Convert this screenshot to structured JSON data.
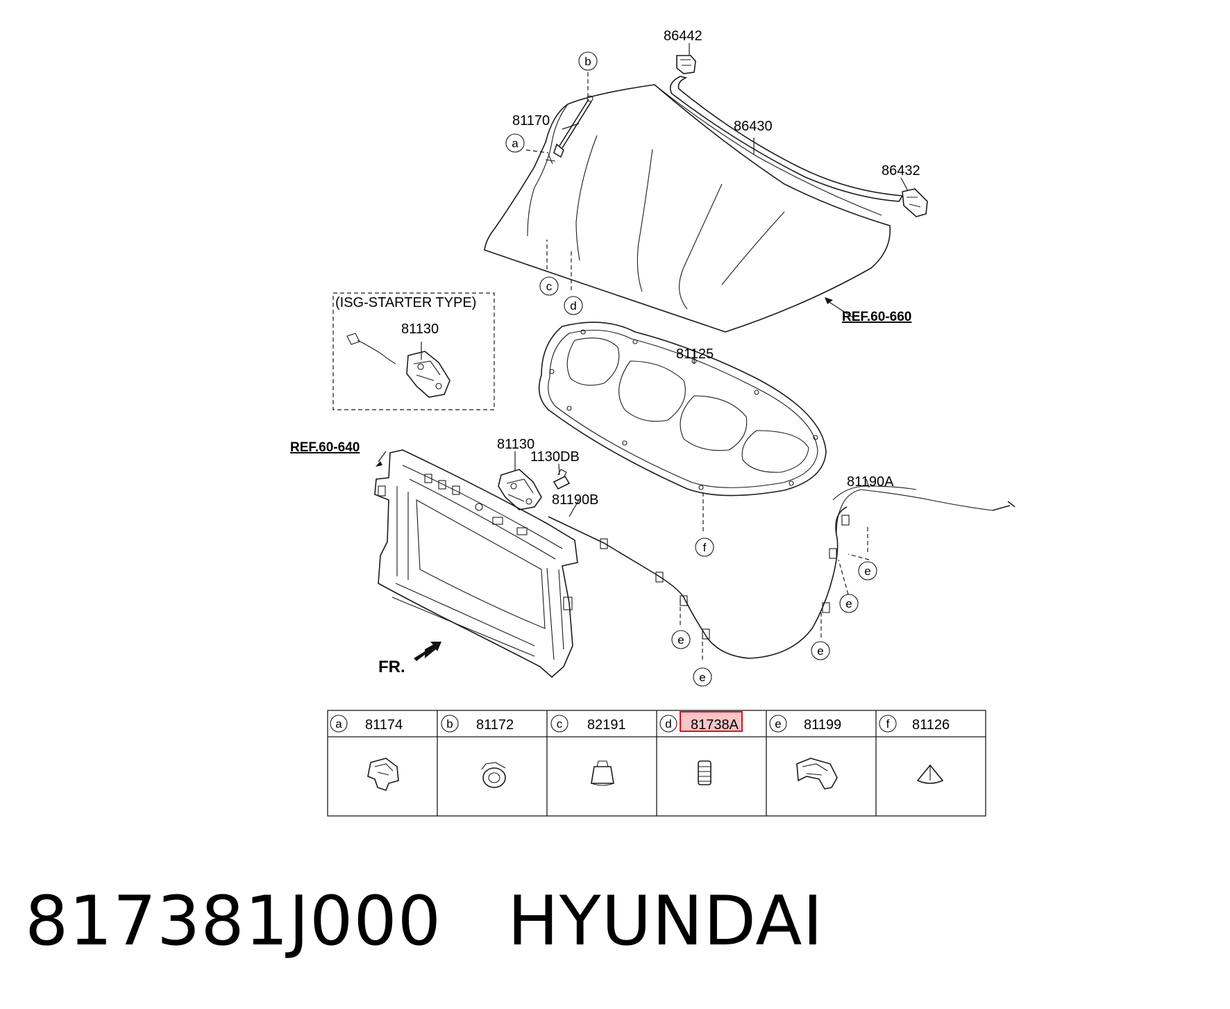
{
  "labels": {
    "p86442": "86442",
    "p86430": "86430",
    "p86432": "86432",
    "p81170": "81170",
    "p81125": "81125",
    "p81130_isg": "81130",
    "p81130": "81130",
    "p1130DB": "1130DB",
    "p81190B": "81190B",
    "p81190A": "81190A",
    "isg_title": "(ISG-STARTER TYPE)",
    "ref_hood": "REF.60-660",
    "ref_carrier": "REF.60-640",
    "front": "FR."
  },
  "callouts": {
    "a": "a",
    "b": "b",
    "c": "c",
    "d": "d",
    "e": "e",
    "f": "f"
  },
  "parts_table": [
    {
      "letter": "a",
      "part_no": "81174",
      "highlighted": false
    },
    {
      "letter": "b",
      "part_no": "81172",
      "highlighted": false
    },
    {
      "letter": "c",
      "part_no": "82191",
      "highlighted": false
    },
    {
      "letter": "d",
      "part_no": "81738A",
      "highlighted": true
    },
    {
      "letter": "e",
      "part_no": "81199",
      "highlighted": false
    },
    {
      "letter": "f",
      "part_no": "81126",
      "highlighted": false
    }
  ],
  "caption": {
    "part_number": "817381J000",
    "brand": "HYUNDAI"
  },
  "colors": {
    "highlight_border": "#e0101a",
    "highlight_fill": "#f6c6c8",
    "line": "#1a1a1a"
  }
}
